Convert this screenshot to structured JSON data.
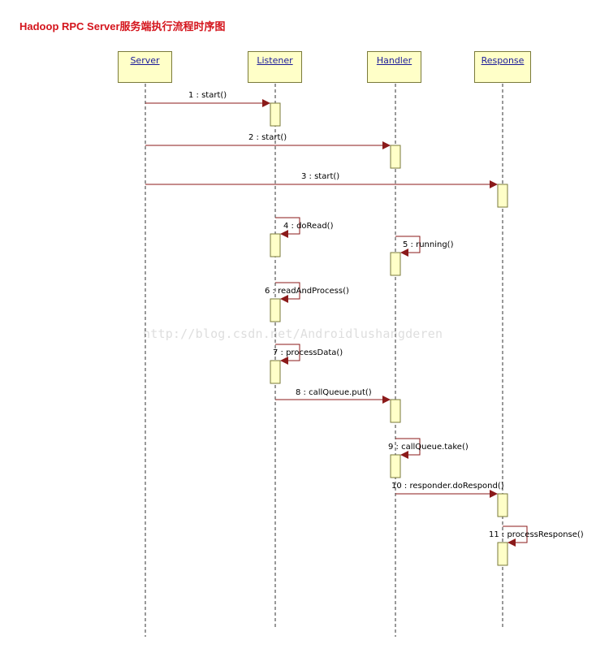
{
  "title": "Hadoop RPC Server服务端执行流程时序图",
  "watermark": "http://blog.csdn.net/Androidlushangderen",
  "actors": [
    {
      "id": "server",
      "label": "Server"
    },
    {
      "id": "listener",
      "label": "Listener"
    },
    {
      "id": "handler",
      "label": "Handler"
    },
    {
      "id": "response",
      "label": "Response"
    }
  ],
  "messages": [
    {
      "label": "1 : start()",
      "from": "server",
      "to": "listener"
    },
    {
      "label": "2 : start()",
      "from": "server",
      "to": "handler"
    },
    {
      "label": "3 : start()",
      "from": "server",
      "to": "response"
    },
    {
      "label": "4 : doRead()",
      "from": "listener",
      "to": "listener"
    },
    {
      "label": "5 : running()",
      "from": "handler",
      "to": "handler"
    },
    {
      "label": "6 : readAndProcess()",
      "from": "listener",
      "to": "listener"
    },
    {
      "label": "7 : processData()",
      "from": "listener",
      "to": "listener"
    },
    {
      "label": "8 : callQueue.put()",
      "from": "listener",
      "to": "handler"
    },
    {
      "label": "9 : callQueue.take()",
      "from": "handler",
      "to": "handler"
    },
    {
      "label": "10 : responder.doRespond()",
      "from": "handler",
      "to": "response"
    },
    {
      "label": "11 : processResponse()",
      "from": "response",
      "to": "response"
    }
  ],
  "colors": {
    "title": "#d4141c",
    "actor_fill": "#ffffc8",
    "actor_border": "#7a7a3a",
    "actor_text": "#1a1a9a",
    "arrow": "#8b1a1a",
    "activation_fill": "#ffffc8",
    "lifeline": "#333333"
  }
}
